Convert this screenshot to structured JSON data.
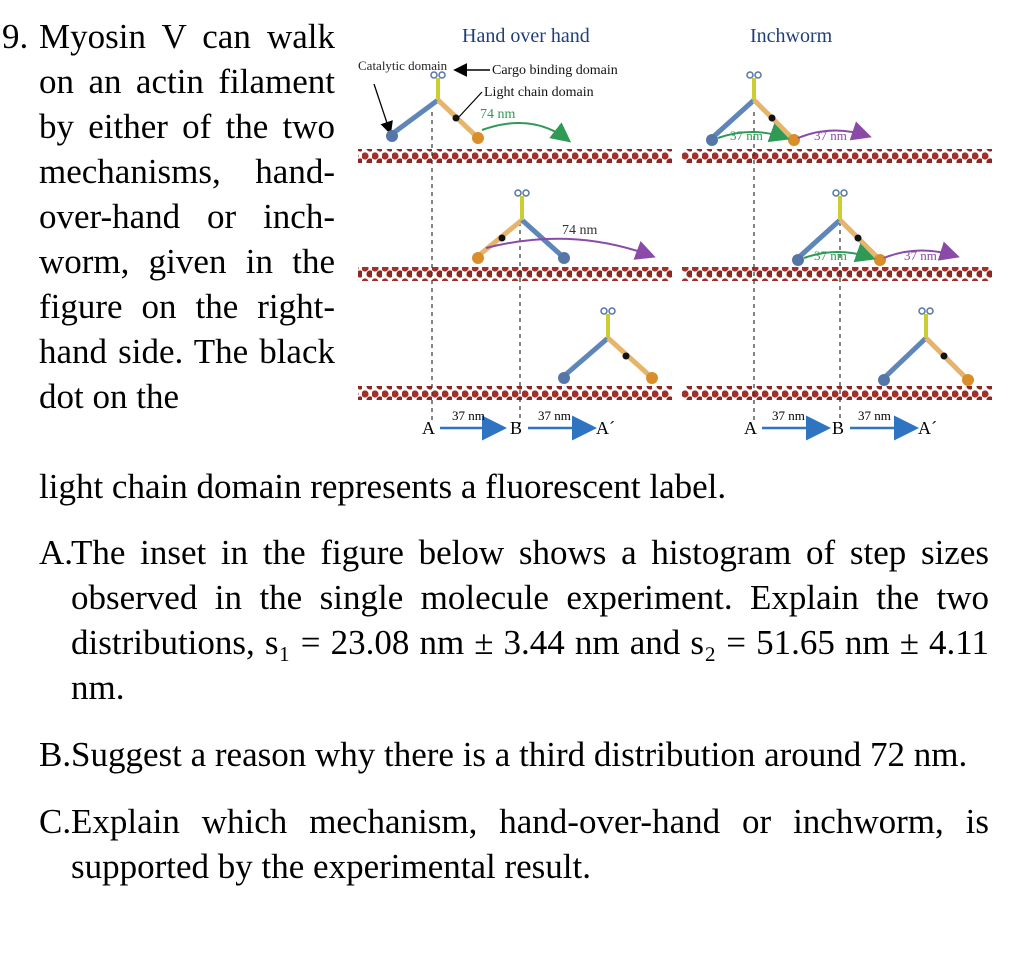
{
  "question": {
    "number": "9.",
    "intro_first": "Myosin V can walk on an actin filament by either of the two mechanisms, hand-over-hand or inch-worm, given in the figure on the right-hand side. The black dot on the",
    "intro_rest": "light chain domain represents a fluorescent label."
  },
  "figure": {
    "title_left": "Hand over hand",
    "title_right": "Inchworm",
    "label_catalytic": "Catalytic domain",
    "label_cargo": "Cargo binding domain",
    "label_light_chain": "Light chain domain",
    "step_74": "74 nm",
    "step_37": "37 nm",
    "pos_a": "A",
    "pos_b": "B",
    "pos_a_prime": "A´",
    "colors": {
      "actin": "#a0312a",
      "arrow_green": "#2e9a55",
      "arrow_purple": "#8a4aa8",
      "arrow_blue": "#2f74c0",
      "head_blue": "#5577a8",
      "head_orange": "#d88f2a",
      "lever_orange": "#e6b46a",
      "lever_blue": "#5f86b8",
      "neck": "#cccc33",
      "fluor_label": "#111111"
    }
  },
  "parts": [
    {
      "letter": "A.",
      "text": "The inset in the figure below shows a histogram of step sizes observed in the single molecule experiment. Explain the two distributions, s₁ = 23.08 nm ± 3.44 nm and s₂ = 51.65 nm ± 4.11 nm."
    },
    {
      "letter": "B.",
      "text": "Suggest a reason why there is a third distribution around 72 nm."
    },
    {
      "letter": "C.",
      "text": "Explain which mechanism, hand-over-hand or inchworm, is supported by the experimental result."
    }
  ]
}
